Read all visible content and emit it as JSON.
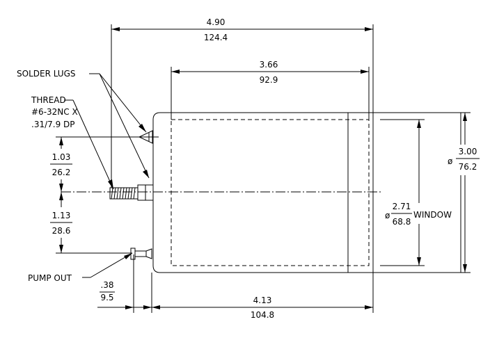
{
  "labels": {
    "solder_lugs": "SOLDER LUGS",
    "thread_line1": "THREAD",
    "thread_line2": "#6-32NC X",
    "thread_line3": ".31/7.9 DP",
    "pump_out": "PUMP OUT",
    "window": "WINDOW",
    "diameter_symbol": "ø"
  },
  "dimensions": {
    "overall_length": {
      "in": "4.90",
      "mm": "124.4"
    },
    "window_length": {
      "in": "3.66",
      "mm": "92.9"
    },
    "body_length": {
      "in": "4.13",
      "mm": "104.8"
    },
    "outer_diameter": {
      "in": "3.00",
      "mm": "76.2"
    },
    "window_diameter": {
      "in": "2.71",
      "mm": "68.8"
    },
    "upper_offset": {
      "in": "1.03",
      "mm": "26.2"
    },
    "lower_offset": {
      "in": "1.13",
      "mm": "28.6"
    },
    "flange_offset": {
      "in": ".38",
      "mm": "9.5"
    }
  }
}
